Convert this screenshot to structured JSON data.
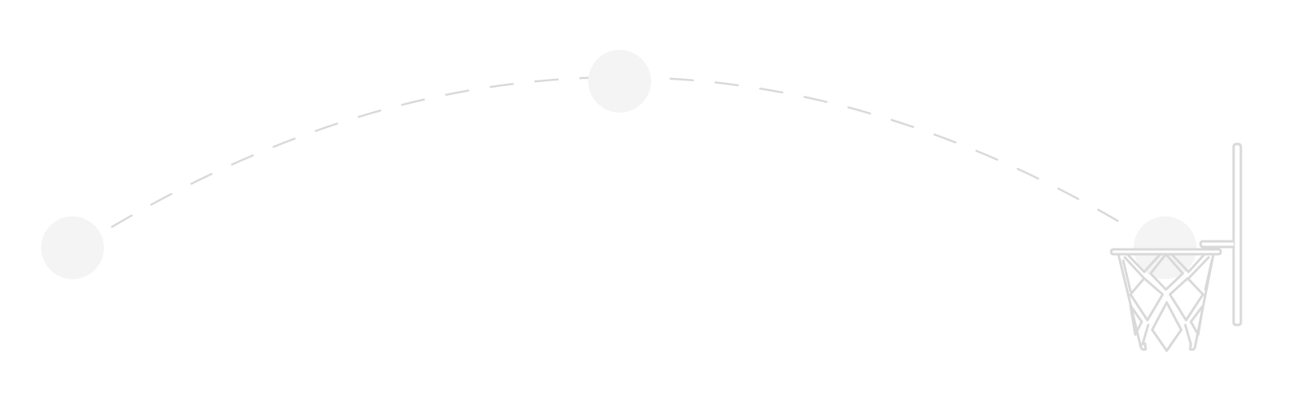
{
  "colors": {
    "background": "#ffffff",
    "ball": "#f4f4f4",
    "trajectory": "#d9d9d9",
    "hoop_stroke": "#d9d9d9",
    "hoop_fill": "#ffffff"
  },
  "balls": [
    {
      "id": "start",
      "stage": "launch"
    },
    {
      "id": "apex",
      "stage": "peak"
    },
    {
      "id": "end",
      "stage": "arrival"
    }
  ],
  "icons": {
    "ball": "ball-icon",
    "hoop": "basketball-hoop-icon",
    "trajectory": "dashed-arc"
  }
}
